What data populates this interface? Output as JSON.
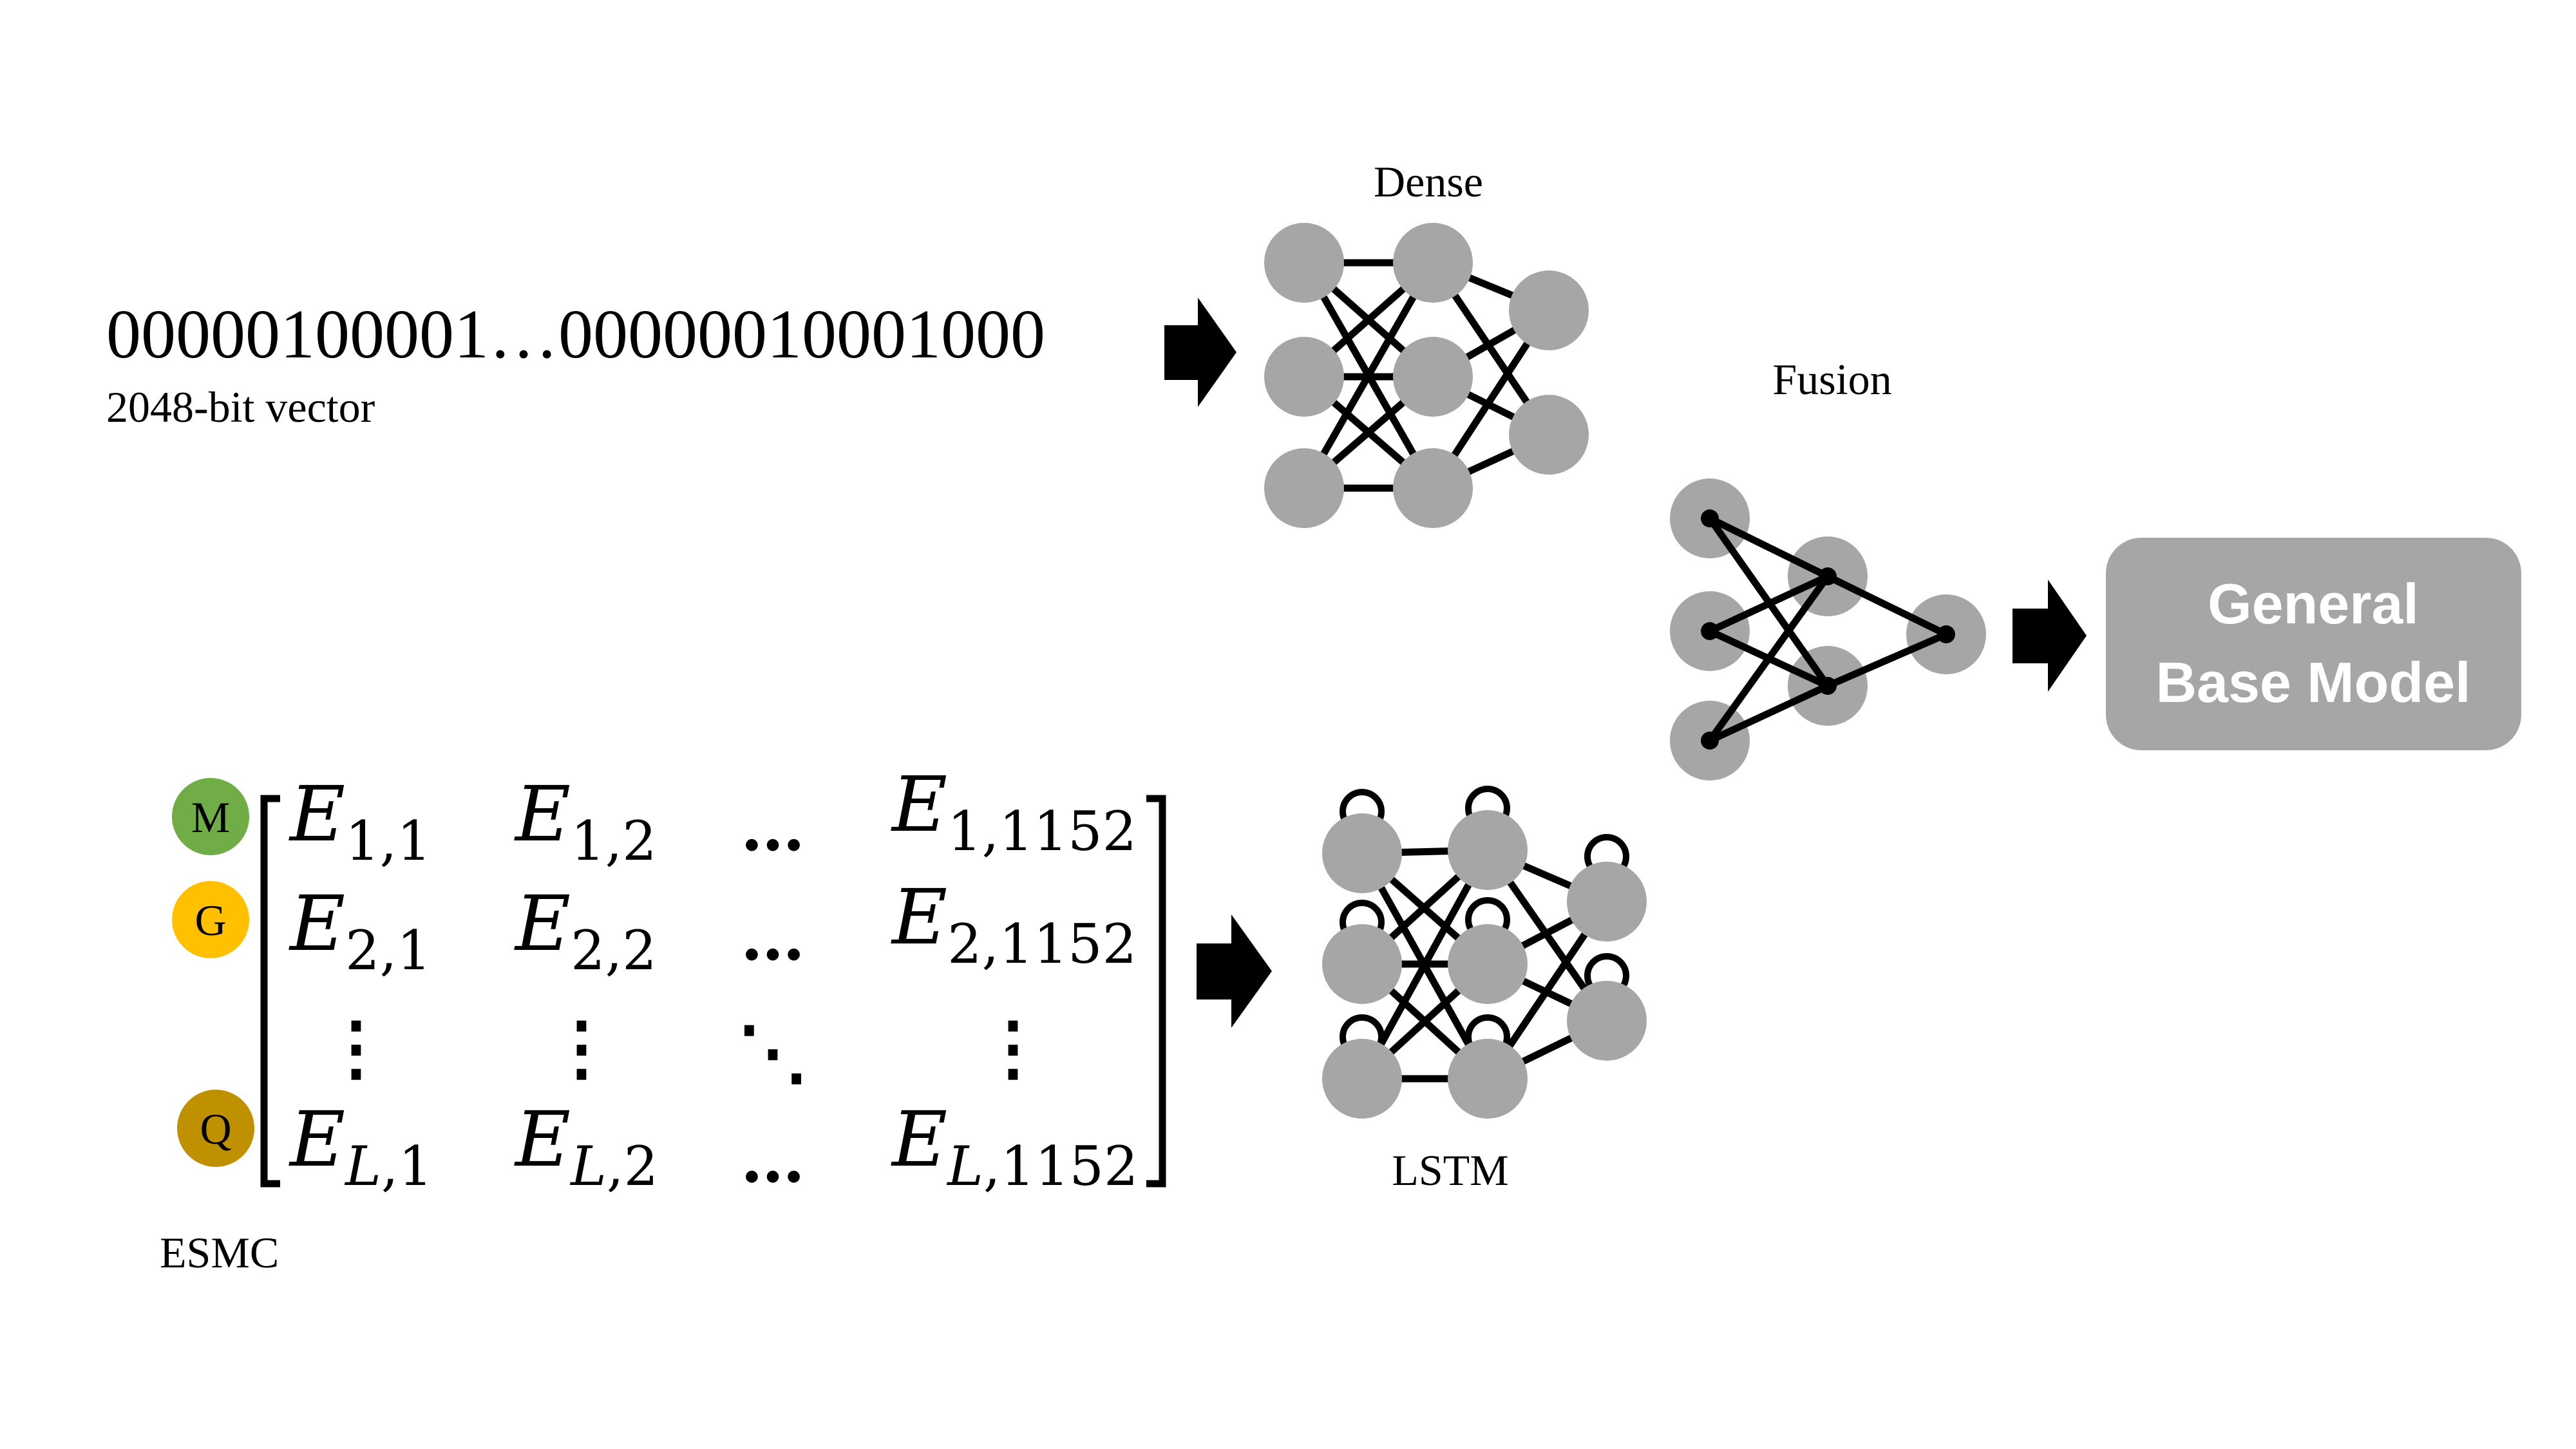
{
  "fingerprint": {
    "bits": "00000100001…00000010001000",
    "caption": "2048-bit vector"
  },
  "dense": {
    "label": "Dense"
  },
  "fusion": {
    "label": "Fusion"
  },
  "lstm": {
    "label": "LSTM"
  },
  "esmc": {
    "label": "ESMC",
    "residues": [
      {
        "letter": "M",
        "color": "#70ad47"
      },
      {
        "letter": "G",
        "color": "#ffc000"
      },
      {
        "letter": "Q",
        "color": "#bf9000"
      }
    ],
    "rows": [
      {
        "r": "1",
        "cells": [
          "1",
          "2",
          "…",
          "1152"
        ]
      },
      {
        "r": "2",
        "cells": [
          "1",
          "2",
          "…",
          "1152"
        ]
      },
      {
        "r": "L",
        "cells": [
          "1",
          "2",
          "…",
          "1152"
        ]
      }
    ],
    "symbol": "E",
    "vdots": "⋮",
    "ddots": "⋱"
  },
  "output": {
    "line1": "General",
    "line2": "Base Model",
    "fill": "#a6a6a6",
    "text_color": "#ffffff"
  },
  "colors": {
    "node": "#a6a6a6",
    "edge": "#000000",
    "arrow": "#000000"
  }
}
